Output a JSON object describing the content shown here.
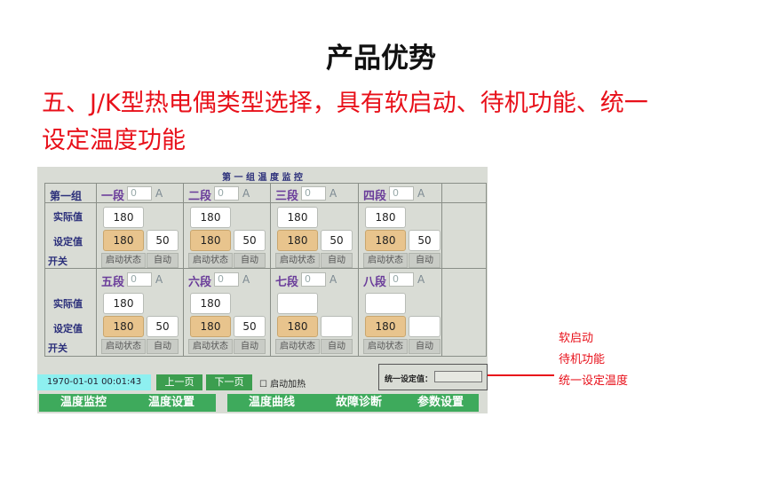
{
  "page": {
    "title": "产品优势",
    "headline_line1": "五、J/K型热电偶类型选择，具有软启动、待机功能、统一",
    "headline_line2": "设定温度功能"
  },
  "panel": {
    "header": "第 一 组 温 度 监 控",
    "group_label": "第一组",
    "row_labels": {
      "actual": "实际值",
      "setpoint": "设定值",
      "switch": "开关"
    },
    "current_placeholder": "0",
    "amp_unit": "A",
    "start_label": "启动状态",
    "auto_label": "自动",
    "segments": [
      {
        "name": "一段",
        "actual": "180",
        "setpoint": "180",
        "second": "50"
      },
      {
        "name": "二段",
        "actual": "180",
        "setpoint": "180",
        "second": "50"
      },
      {
        "name": "三段",
        "actual": "180",
        "setpoint": "180",
        "second": "50"
      },
      {
        "name": "四段",
        "actual": "180",
        "setpoint": "180",
        "second": "50"
      },
      {
        "name": "五段",
        "actual": "180",
        "setpoint": "180",
        "second": "50"
      },
      {
        "name": "六段",
        "actual": "180",
        "setpoint": "180",
        "second": "50"
      },
      {
        "name": "七段",
        "actual": "",
        "setpoint": "180",
        "second": ""
      },
      {
        "name": "八段",
        "actual": "",
        "setpoint": "180",
        "second": ""
      }
    ],
    "datetime": "1970-01-01 00:01:43",
    "prev_page": "上一页",
    "next_page": "下一页",
    "checkbox_glyph": "☐",
    "start_heating": "启动加热",
    "unified_label": "统一设定值：",
    "nav": [
      "温度监控",
      "温度设置",
      "温度曲线",
      "故障诊断",
      "参数设置"
    ]
  },
  "annotations": [
    "软启动",
    "待机功能",
    "统一设定温度"
  ],
  "colors": {
    "headline": "#e8101a",
    "nav_green": "#3eaa5c",
    "setpoint_fill": "#e8c48d",
    "datetime_fill": "#8ef0f0"
  }
}
